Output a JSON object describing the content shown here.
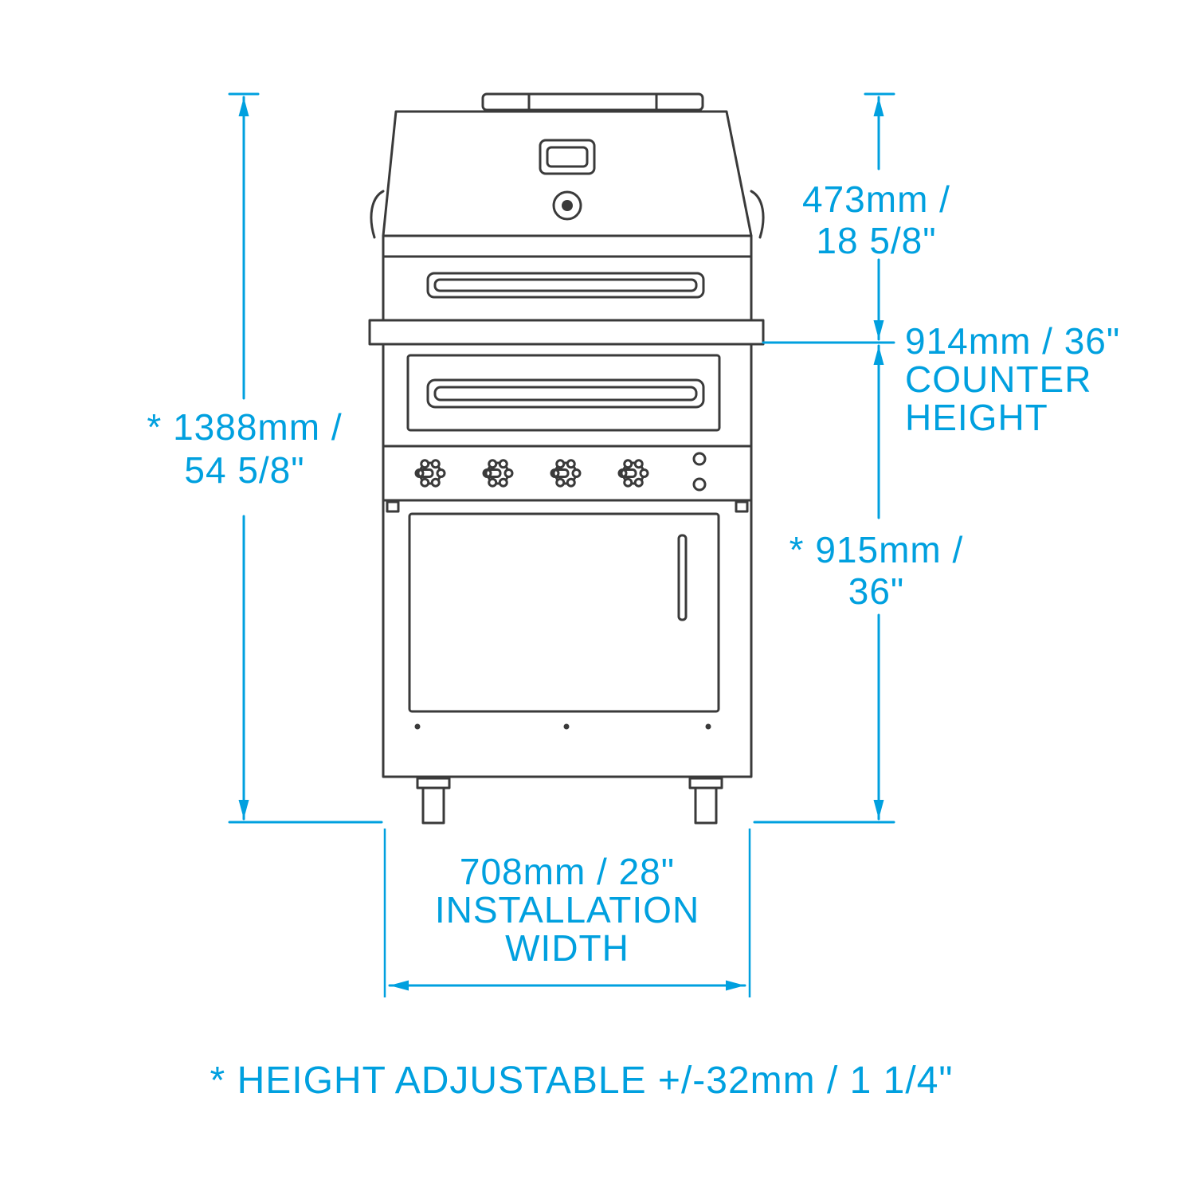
{
  "colors": {
    "accent": "#00A0DF",
    "ink": "#3A3A3A",
    "background": "#FFFFFF"
  },
  "labels": {
    "overall_height": {
      "line1": "* 1388mm /",
      "line2": "54 5/8\""
    },
    "hood_height": {
      "line1": "473mm /",
      "line2": "18 5/8\""
    },
    "counter_height": {
      "line1": "914mm / 36\"",
      "line2": "COUNTER",
      "line3": "HEIGHT"
    },
    "base_height": {
      "line1": "* 915mm /",
      "line2": "36\""
    },
    "installation_width": {
      "line1": "708mm / 28\"",
      "line2": "INSTALLATION",
      "line3": "WIDTH"
    },
    "footnote": "* HEIGHT ADJUSTABLE +/-32mm / 1 1/4\""
  }
}
